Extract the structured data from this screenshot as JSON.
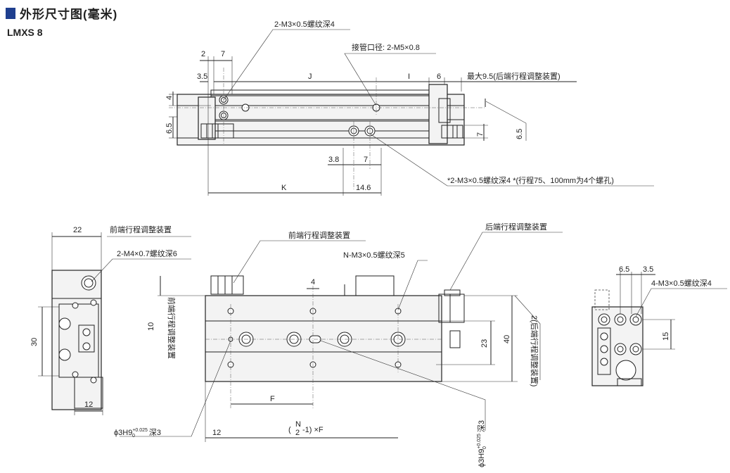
{
  "header": {
    "title": "外形尺寸图(毫米)",
    "model": "LMXS 8",
    "accent_color": "#1f3f8f"
  },
  "top_view": {
    "callout_thread_top": "2-M3×0.5螺纹深4",
    "callout_pipe_port": "接管口径: 2-M5×0.8",
    "callout_max_stroke": "最大9.5(后端行程调整装置)",
    "callout_thread_bottom": "*2-M3×0.5螺纹深4  *(行程75、100mm为4个螺孔)",
    "dims": {
      "d2": "2",
      "d7a": "7",
      "d3_5": "3.5",
      "J": "J",
      "I": "I",
      "d6": "6",
      "d4": "4",
      "d6_5_left": "6.5",
      "d6_5_right": "6.5",
      "d7_right": "7",
      "d3_8": "3.8",
      "d7_bottom": "7",
      "K": "K",
      "d14_6": "14.6"
    }
  },
  "left_view": {
    "d22": "22",
    "callout_front_adjust": "前端行程调整装置",
    "callout_m4": "2-M4×0.7螺纹深6",
    "d30": "30",
    "d12": "12"
  },
  "front_view": {
    "callout_front_adjust": "前端行程调整装置",
    "callout_n_thread": "N-M3×0.5螺纹深5",
    "callout_rear_adjust": "后端行程调整装置",
    "d4": "4",
    "d10": "10",
    "label_front_vertical": "前端行程调整装置",
    "d23": "23",
    "d40": "40",
    "label_rear_vertical": "2(后端行程调整装置)",
    "F": "F",
    "d12": "12",
    "pitch_formula_prefix": "(",
    "pitch_N": "N",
    "pitch_two": "2",
    "pitch_formula_suffix": "-1) ×F",
    "hole_left_main": "ϕ3H9",
    "hole_left_tol_upper": "+0.025",
    "hole_left_tol_lower": "0",
    "hole_left_depth": "深3",
    "hole_right_main": "ϕ3H9",
    "hole_right_tol_upper": "+0.025",
    "hole_right_tol_lower": "0",
    "hole_right_depth": "深3"
  },
  "right_view": {
    "d6_5": "6.5",
    "d3_5": "3.5",
    "callout_m3": "4-M3×0.5螺纹深4",
    "d15": "15"
  }
}
